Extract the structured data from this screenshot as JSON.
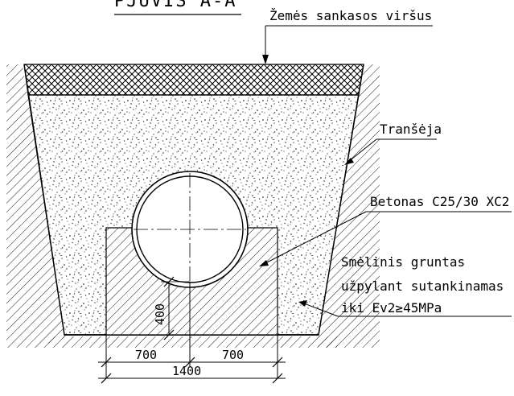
{
  "title": "PJŪVIS A-A",
  "labels": {
    "ground_surface": "Žemės sankasos viršus",
    "trench": "Tranšėja",
    "concrete": "Betonas C25/30 XC2",
    "sand_line1": "Smėlinis gruntas",
    "sand_line2": "užpylant sutankinamas",
    "sand_line3": "iki Ev2≥45MPa"
  },
  "dimensions": {
    "left_half": "700",
    "right_half": "700",
    "total_width": "1400",
    "height": "400"
  }
}
